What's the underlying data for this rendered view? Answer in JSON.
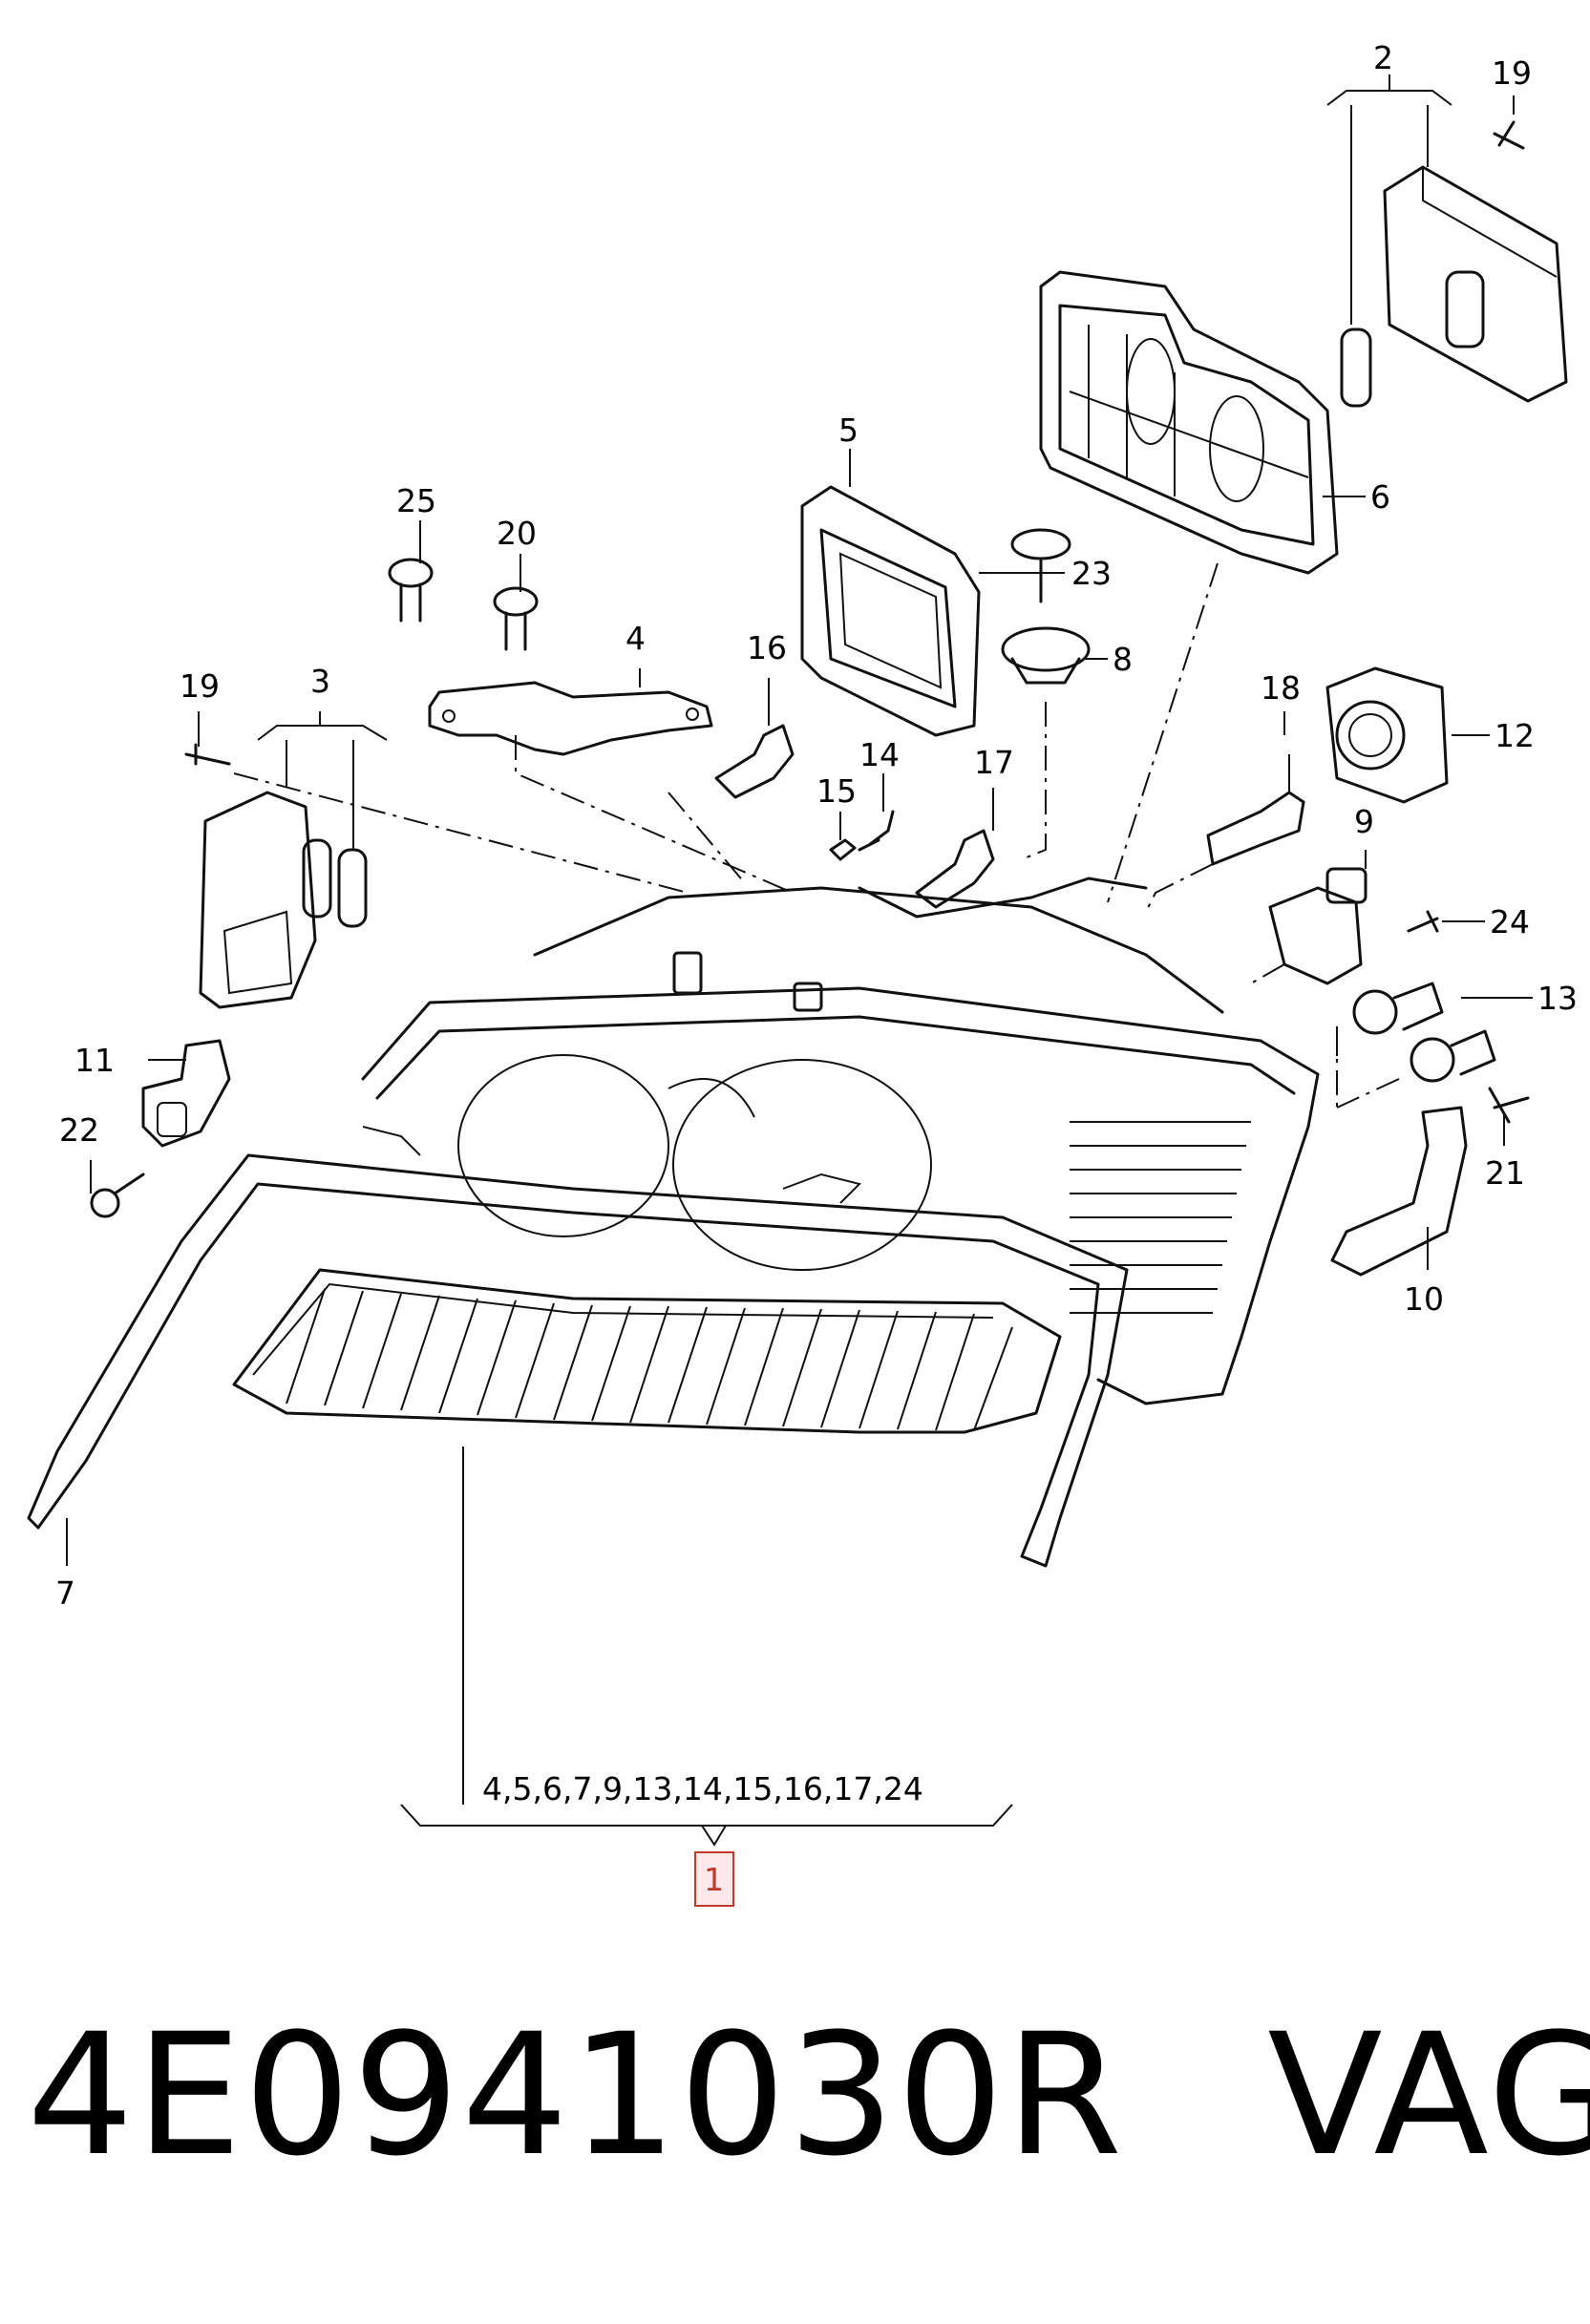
{
  "callouts": {
    "c1": "1",
    "c2": "2",
    "c3": "3",
    "c4": "4",
    "c5": "5",
    "c6": "6",
    "c7": "7",
    "c8": "8",
    "c9": "9",
    "c10": "10",
    "c11": "11",
    "c12": "12",
    "c13": "13",
    "c14": "14",
    "c15": "15",
    "c16": "16",
    "c17": "17",
    "c18": "18",
    "c19a": "19",
    "c19b": "19",
    "c20": "20",
    "c21": "21",
    "c22": "22",
    "c23": "23",
    "c24": "24",
    "c25": "25"
  },
  "assembly_contents": "4,5,6,7,9,13,14,15,16,17,24",
  "footer": {
    "part_number": "4E0941030R",
    "vendor": "VAG"
  },
  "colors": {
    "highlight_fill": "#fde8ea",
    "highlight_stroke": "#c0392b",
    "ink": "#111111"
  }
}
